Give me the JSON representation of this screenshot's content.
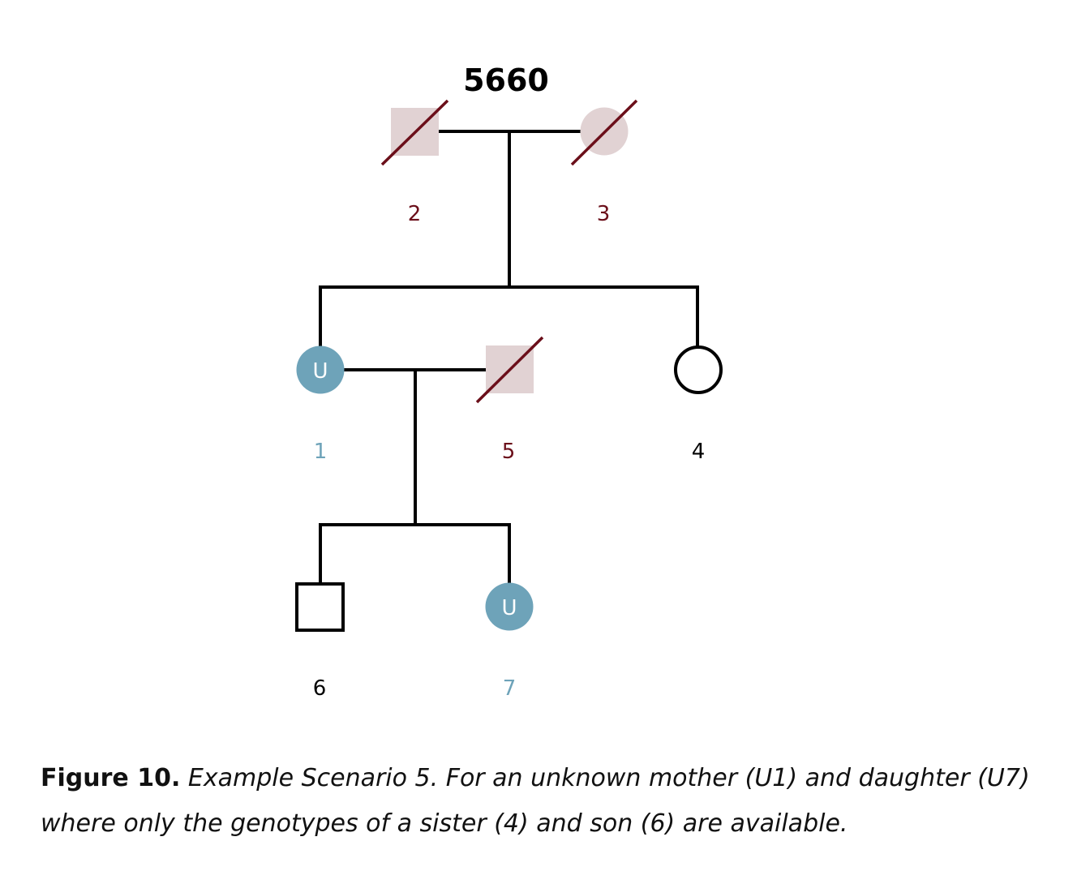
{
  "pedigree": {
    "title": "5660",
    "colors": {
      "line": "#000000",
      "deceased_fill": "#e1d2d3",
      "deceased_slash": "#6b0f1a",
      "deceased_label": "#6b0f1a",
      "unknown_fill": "#6ea3b9",
      "unknown_text": "#ffffff",
      "unknown_label": "#6ea3b9",
      "known_label": "#000000"
    },
    "individuals": [
      {
        "id": "2",
        "label": "2",
        "sex": "male",
        "status": "deceased",
        "marker": ""
      },
      {
        "id": "3",
        "label": "3",
        "sex": "female",
        "status": "deceased",
        "marker": ""
      },
      {
        "id": "1",
        "label": "1",
        "sex": "female",
        "status": "unknown",
        "marker": "U"
      },
      {
        "id": "5",
        "label": "5",
        "sex": "male",
        "status": "deceased",
        "marker": ""
      },
      {
        "id": "4",
        "label": "4",
        "sex": "female",
        "status": "known",
        "marker": ""
      },
      {
        "id": "6",
        "label": "6",
        "sex": "male",
        "status": "known",
        "marker": ""
      },
      {
        "id": "7",
        "label": "7",
        "sex": "female",
        "status": "unknown",
        "marker": "U"
      }
    ]
  },
  "caption": {
    "label": "Figure 10.",
    "text": "Example Scenario 5. For an unknown mother (U1) and daughter (U7) where only the genotypes of a sister (4) and son (6) are available."
  }
}
